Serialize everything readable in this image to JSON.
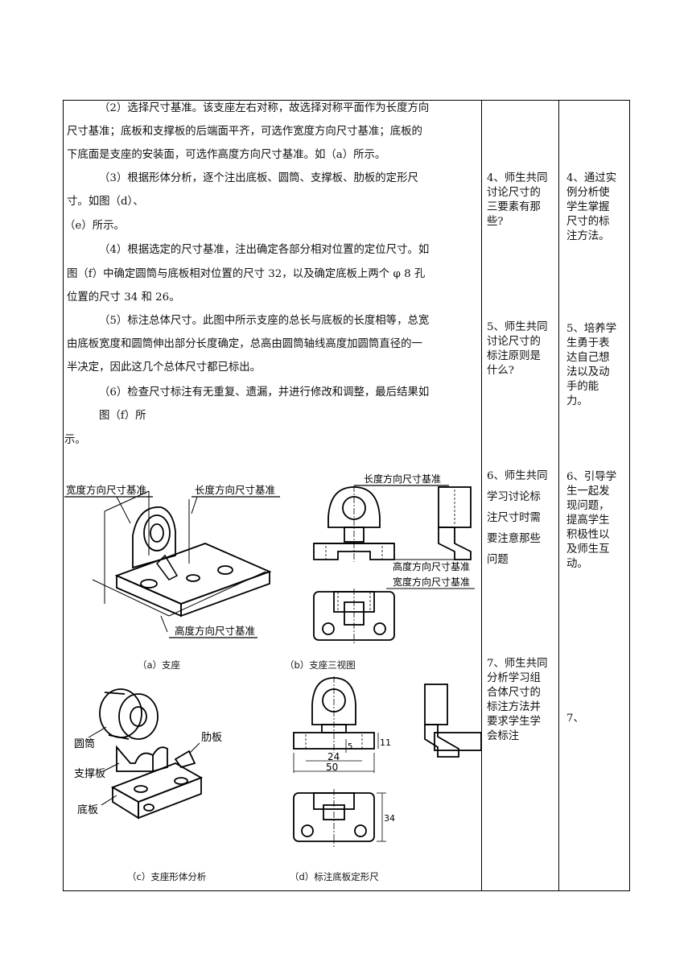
{
  "main": {
    "p1": [
      "（2）选择尺寸基准。该支座左右对称，故选择对称平面作为长度方向",
      "尺寸基准；底板和支撑板的后端面平齐，可选作宽度方向尺寸基准；底板的",
      "下底面是支座的安装面，可选作高度方向尺寸基准。如（a）所示。"
    ],
    "p2": [
      "（3）根据形体分析，逐个注出底板、圆筒、支撑板、肋板的定形尺",
      "寸。如图（d）、",
      "（e）所示。"
    ],
    "p3": [
      "（4）根据选定的尺寸基准，注出确定各部分相对位置的定位尺寸。如",
      "图（f）中确定圆筒与底板相对位置的尺寸 32，以及确定底板上两个 φ 8 孔",
      "位置的尺寸 34 和 26。"
    ],
    "p4": [
      "（5）标注总体尺寸。此图中所示支座的总长与底板的长度相等，总宽",
      "由底板宽度和圆筒伸出部分长度确定，总高由圆筒轴线高度加圆筒直径的一",
      "半决定，因此这几个总体尺寸都已标出。"
    ],
    "p5": [
      "（6）检查尺寸标注有无重复、遗漏，并进行修改和调整，最后结果如",
      "图（f）所",
      "示。"
    ]
  },
  "figures": {
    "a": {
      "caption": "（a）支座",
      "labels": [
        "宽度方向尺寸基准",
        "长度方向尺寸基准",
        "高度方向尺寸基准"
      ]
    },
    "b": {
      "caption": "（b）支座三视图",
      "labels": [
        "长度方向尺寸基准",
        "高度方向尺寸基准",
        "宽度方向尺寸基准"
      ]
    },
    "c": {
      "caption": "（c）支座形体分析",
      "labels": [
        "圆筒",
        "肋板",
        "支撑板",
        "底板"
      ]
    },
    "d": {
      "caption": "（d）标注底板定形尺",
      "dims": [
        "11",
        "5",
        "24",
        "50",
        "34"
      ]
    }
  },
  "col2": {
    "c1": [
      "4、师生共同",
      "讨论尺寸的",
      "三要素有那",
      "些?"
    ],
    "c2": [
      "5、师生共同",
      "讨论尺寸的",
      "标注原则是",
      "什么?"
    ],
    "c3": [
      "6、师生共同",
      "学习讨论标",
      "注尺寸时需",
      "要注意那些",
      "问题"
    ],
    "c4": [
      "7、师生共同",
      "分析学习组",
      "合体尺寸的",
      "标注方法并",
      "要求学生学",
      "会标注"
    ]
  },
  "col3": {
    "c1": [
      "4、通过实",
      "例分析使",
      "学生掌握",
      "尺寸的标",
      "注方法。"
    ],
    "c2": [
      "5、培养学",
      "生勇于表",
      "达自己想",
      "法以及动",
      "手的能",
      "力。"
    ],
    "c3": [
      "6、引导学",
      "生一起发",
      "现问题，",
      "提高学生",
      "积极性以",
      "及师生互",
      "动。"
    ],
    "c4": [
      "7、"
    ]
  }
}
